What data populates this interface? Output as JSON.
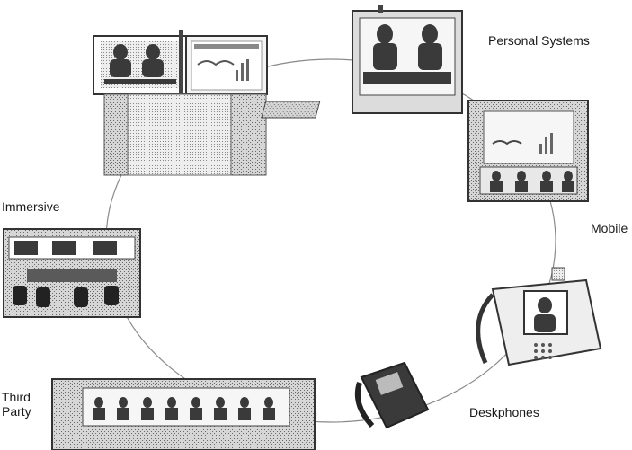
{
  "labels": {
    "personal": "Personal Systems",
    "immersive": "Immersive",
    "mobile": "Mobile",
    "third_party": "Third Party",
    "deskphones": "Deskphones"
  },
  "colors": {
    "line": "#888888",
    "device": "#3a3a3a",
    "screen": "#cfcfcf",
    "dither": "#9a9a9a"
  }
}
